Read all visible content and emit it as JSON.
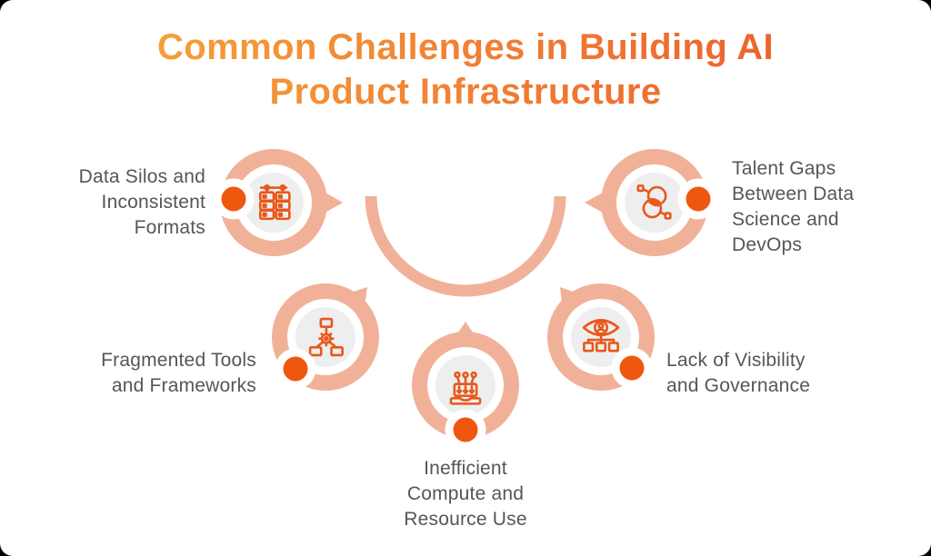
{
  "title": {
    "text": "Common Challenges in Building AI\nProduct Infrastructure",
    "gradient_start": "#F6A93B",
    "gradient_end": "#EC582C"
  },
  "colors": {
    "peach": "#F1B198",
    "accent_orange": "#F0570E",
    "icon_orange": "#E8581B",
    "label_gray": "#55565B",
    "icon_bg": "#EEEEEF",
    "card_bg": "#FFFFFF"
  },
  "challenges": [
    {
      "id": "data-silos",
      "label": "Data Silos and\nInconsistent\nFormats",
      "icon": "server-racks-icon"
    },
    {
      "id": "talent-gaps",
      "label": "Talent Gaps\nBetween Data\nScience and\nDevOps",
      "icon": "venn-overlap-icon"
    },
    {
      "id": "fragmented-tools",
      "label": "Fragmented Tools\nand Frameworks",
      "icon": "gear-flowchart-icon"
    },
    {
      "id": "inefficient-compute",
      "label": "Inefficient\nCompute and\nResource Use",
      "icon": "compute-intake-icon"
    },
    {
      "id": "lack-visibility",
      "label": "Lack of Visibility\nand Governance",
      "icon": "eye-governance-icon"
    }
  ]
}
